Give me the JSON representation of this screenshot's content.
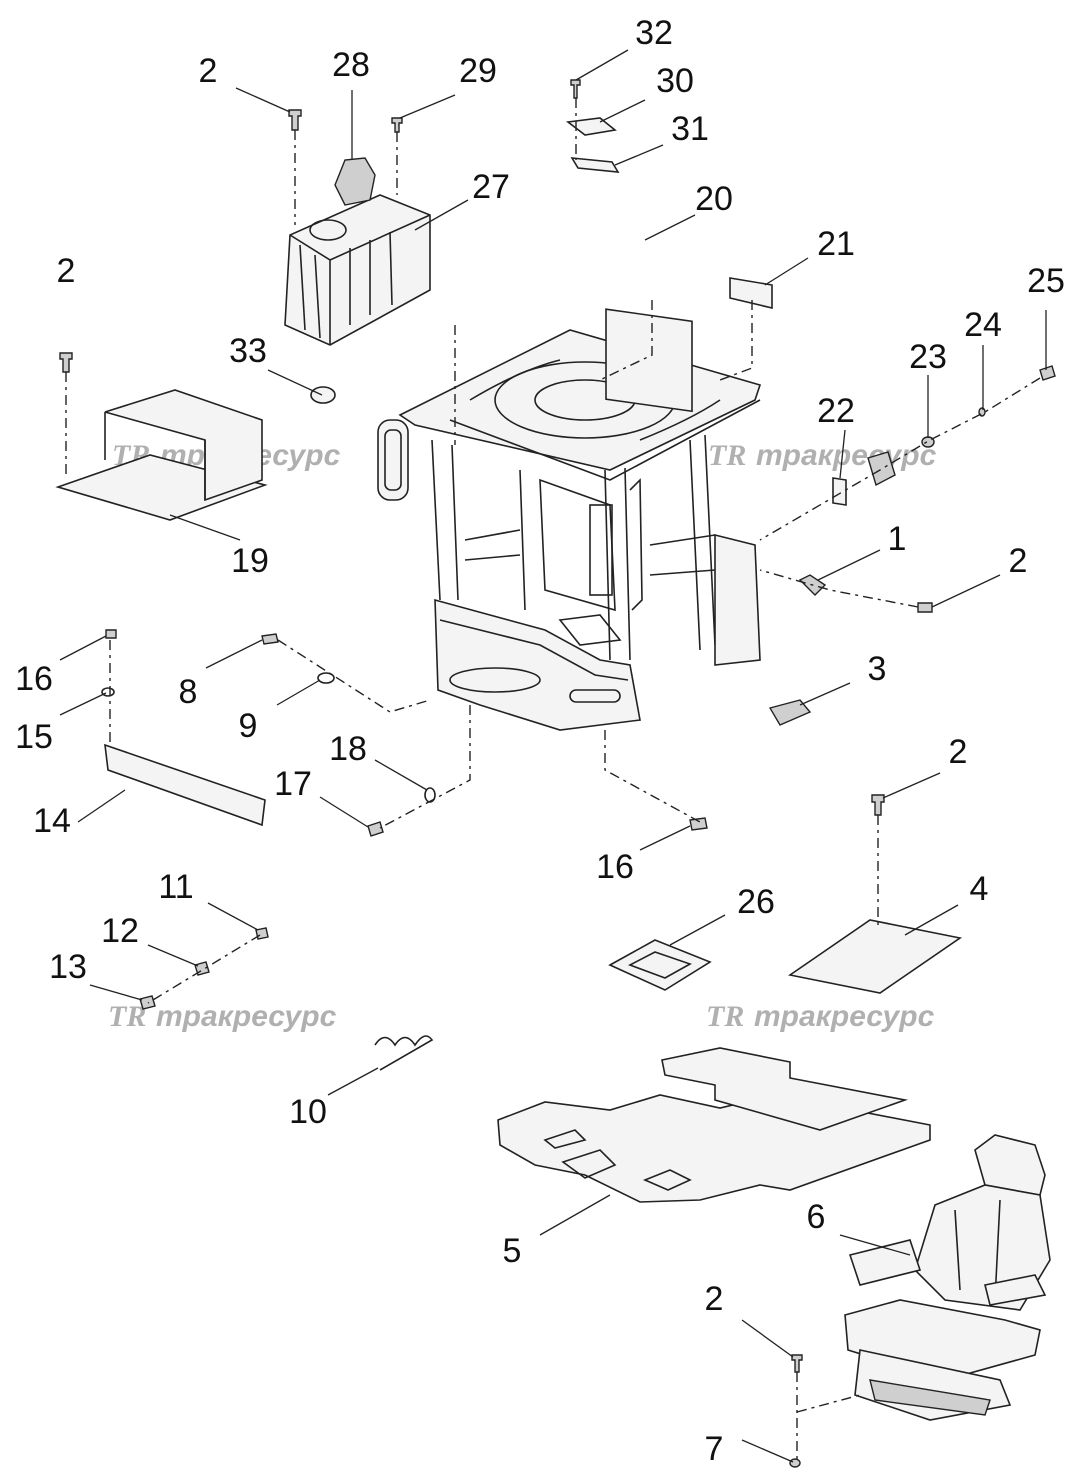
{
  "watermark": {
    "logo": "TR",
    "text": "тракресурс"
  },
  "callouts": [
    {
      "id": "c1",
      "label": "1"
    },
    {
      "id": "c2a",
      "label": "2"
    },
    {
      "id": "c2b",
      "label": "2"
    },
    {
      "id": "c2c",
      "label": "2"
    },
    {
      "id": "c2d",
      "label": "2"
    },
    {
      "id": "c2e",
      "label": "2"
    },
    {
      "id": "c3",
      "label": "3"
    },
    {
      "id": "c4",
      "label": "4"
    },
    {
      "id": "c5",
      "label": "5"
    },
    {
      "id": "c6",
      "label": "6"
    },
    {
      "id": "c7",
      "label": "7"
    },
    {
      "id": "c8",
      "label": "8"
    },
    {
      "id": "c9",
      "label": "9"
    },
    {
      "id": "c10",
      "label": "10"
    },
    {
      "id": "c11",
      "label": "11"
    },
    {
      "id": "c12",
      "label": "12"
    },
    {
      "id": "c13",
      "label": "13"
    },
    {
      "id": "c14",
      "label": "14"
    },
    {
      "id": "c15",
      "label": "15"
    },
    {
      "id": "c16a",
      "label": "16"
    },
    {
      "id": "c16b",
      "label": "16"
    },
    {
      "id": "c17",
      "label": "17"
    },
    {
      "id": "c18",
      "label": "18"
    },
    {
      "id": "c19",
      "label": "19"
    },
    {
      "id": "c20",
      "label": "20"
    },
    {
      "id": "c21",
      "label": "21"
    },
    {
      "id": "c22",
      "label": "22"
    },
    {
      "id": "c23",
      "label": "23"
    },
    {
      "id": "c24",
      "label": "24"
    },
    {
      "id": "c25",
      "label": "25"
    },
    {
      "id": "c26",
      "label": "26"
    },
    {
      "id": "c27",
      "label": "27"
    },
    {
      "id": "c28",
      "label": "28"
    },
    {
      "id": "c29",
      "label": "29"
    },
    {
      "id": "c30",
      "label": "30"
    },
    {
      "id": "c31",
      "label": "31"
    },
    {
      "id": "c32",
      "label": "32"
    },
    {
      "id": "c33",
      "label": "33"
    }
  ]
}
